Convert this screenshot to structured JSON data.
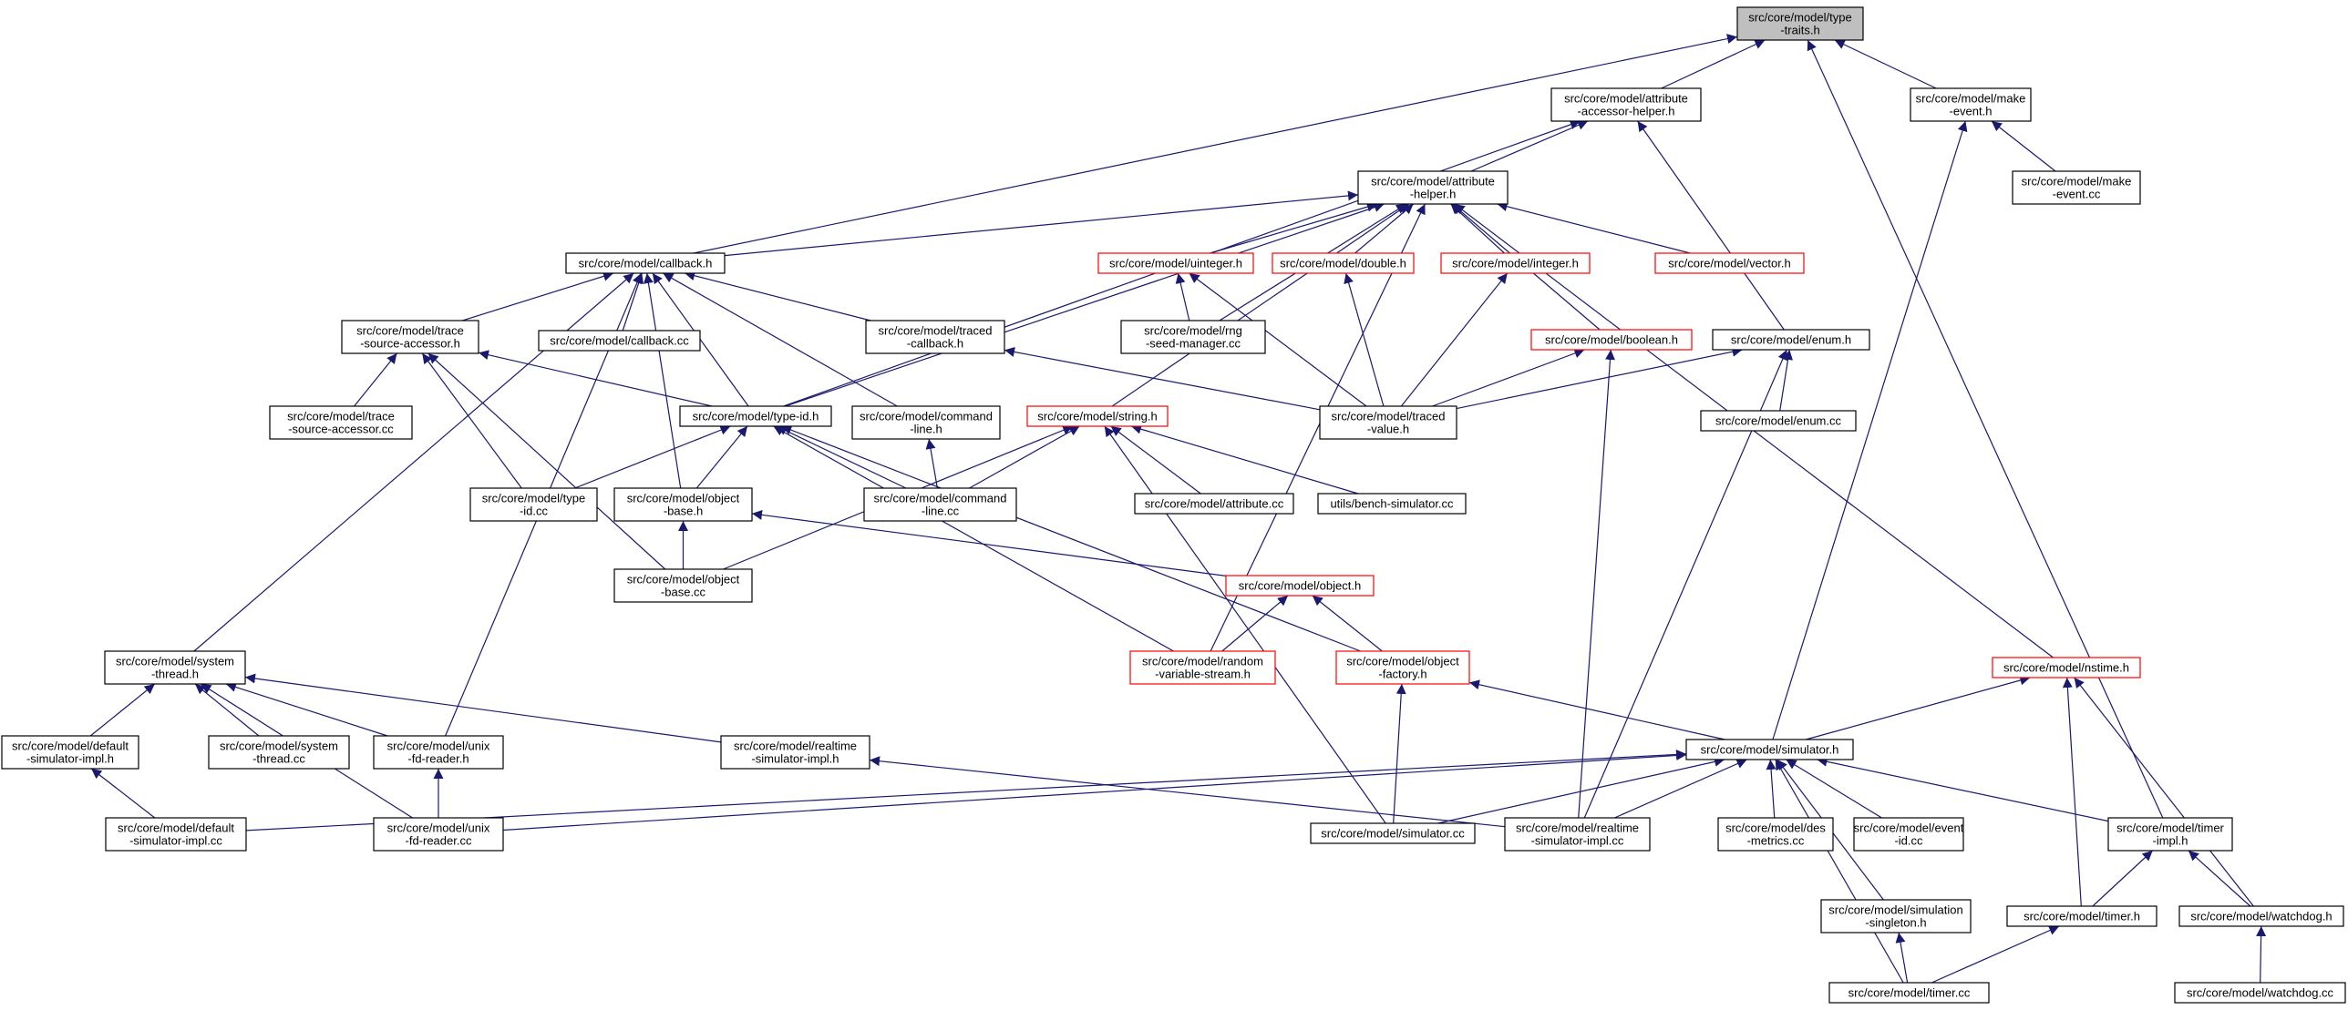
{
  "colors": {
    "edge": "#191970",
    "box_default": "#000000",
    "box_red": "#ff0000",
    "root_fill": "#bfbfbf",
    "background": "#ffffff"
  },
  "nodes": [
    {
      "id": "type_traits",
      "lines": [
        "src/core/model/type",
        "-traits.h"
      ],
      "style": "root"
    },
    {
      "id": "attr_accessor_helper",
      "lines": [
        "src/core/model/attribute",
        "-accessor-helper.h"
      ],
      "style": "default"
    },
    {
      "id": "make_event_h",
      "lines": [
        "src/core/model/make",
        "-event.h"
      ],
      "style": "default"
    },
    {
      "id": "make_event_cc",
      "lines": [
        "src/core/model/make",
        "-event.cc"
      ],
      "style": "default"
    },
    {
      "id": "attribute_helper",
      "lines": [
        "src/core/model/attribute",
        "-helper.h"
      ],
      "style": "default"
    },
    {
      "id": "callback_h",
      "lines": [
        "src/core/model/callback.h"
      ],
      "style": "default"
    },
    {
      "id": "uinteger_h",
      "lines": [
        "src/core/model/uinteger.h"
      ],
      "style": "red"
    },
    {
      "id": "double_h",
      "lines": [
        "src/core/model/double.h"
      ],
      "style": "red"
    },
    {
      "id": "integer_h",
      "lines": [
        "src/core/model/integer.h"
      ],
      "style": "red"
    },
    {
      "id": "vector_h",
      "lines": [
        "src/core/model/vector.h"
      ],
      "style": "red"
    },
    {
      "id": "trace_source_accessor_h",
      "lines": [
        "src/core/model/trace",
        "-source-accessor.h"
      ],
      "style": "default"
    },
    {
      "id": "callback_cc",
      "lines": [
        "src/core/model/callback.cc"
      ],
      "style": "default"
    },
    {
      "id": "traced_callback_h",
      "lines": [
        "src/core/model/traced",
        "-callback.h"
      ],
      "style": "default"
    },
    {
      "id": "rng_seed_manager_cc",
      "lines": [
        "src/core/model/rng",
        "-seed-manager.cc"
      ],
      "style": "default"
    },
    {
      "id": "boolean_h",
      "lines": [
        "src/core/model/boolean.h"
      ],
      "style": "red"
    },
    {
      "id": "enum_h",
      "lines": [
        "src/core/model/enum.h"
      ],
      "style": "default"
    },
    {
      "id": "trace_source_accessor_cc",
      "lines": [
        "src/core/model/trace",
        "-source-accessor.cc"
      ],
      "style": "default"
    },
    {
      "id": "type_id_h",
      "lines": [
        "src/core/model/type-id.h"
      ],
      "style": "default"
    },
    {
      "id": "command_line_h",
      "lines": [
        "src/core/model/command",
        "-line.h"
      ],
      "style": "default"
    },
    {
      "id": "string_h",
      "lines": [
        "src/core/model/string.h"
      ],
      "style": "red"
    },
    {
      "id": "traced_value_h",
      "lines": [
        "src/core/model/traced",
        "-value.h"
      ],
      "style": "default"
    },
    {
      "id": "enum_cc",
      "lines": [
        "src/core/model/enum.cc"
      ],
      "style": "default"
    },
    {
      "id": "type_id_cc",
      "lines": [
        "src/core/model/type",
        "-id.cc"
      ],
      "style": "default"
    },
    {
      "id": "object_base_h",
      "lines": [
        "src/core/model/object",
        "-base.h"
      ],
      "style": "default"
    },
    {
      "id": "command_line_cc",
      "lines": [
        "src/core/model/command",
        "-line.cc"
      ],
      "style": "default"
    },
    {
      "id": "attribute_cc",
      "lines": [
        "src/core/model/attribute.cc"
      ],
      "style": "default"
    },
    {
      "id": "bench_simulator_cc",
      "lines": [
        "utils/bench-simulator.cc"
      ],
      "style": "default"
    },
    {
      "id": "object_h",
      "lines": [
        "src/core/model/object.h"
      ],
      "style": "red"
    },
    {
      "id": "object_base_cc",
      "lines": [
        "src/core/model/object",
        "-base.cc"
      ],
      "style": "default"
    },
    {
      "id": "system_thread_h",
      "lines": [
        "src/core/model/system",
        "-thread.h"
      ],
      "style": "default"
    },
    {
      "id": "random_variable_stream_h",
      "lines": [
        "src/core/model/random",
        "-variable-stream.h"
      ],
      "style": "red"
    },
    {
      "id": "object_factory_h",
      "lines": [
        "src/core/model/object",
        "-factory.h"
      ],
      "style": "red"
    },
    {
      "id": "nstime_h",
      "lines": [
        "src/core/model/nstime.h"
      ],
      "style": "red"
    },
    {
      "id": "default_sim_impl_h",
      "lines": [
        "src/core/model/default",
        "-simulator-impl.h"
      ],
      "style": "default"
    },
    {
      "id": "system_thread_cc",
      "lines": [
        "src/core/model/system",
        "-thread.cc"
      ],
      "style": "default"
    },
    {
      "id": "unix_fd_reader_h",
      "lines": [
        "src/core/model/unix",
        "-fd-reader.h"
      ],
      "style": "default"
    },
    {
      "id": "realtime_sim_impl_h",
      "lines": [
        "src/core/model/realtime",
        "-simulator-impl.h"
      ],
      "style": "default"
    },
    {
      "id": "simulator_h",
      "lines": [
        "src/core/model/simulator.h"
      ],
      "style": "default"
    },
    {
      "id": "default_sim_impl_cc",
      "lines": [
        "src/core/model/default",
        "-simulator-impl.cc"
      ],
      "style": "default"
    },
    {
      "id": "unix_fd_reader_cc",
      "lines": [
        "src/core/model/unix",
        "-fd-reader.cc"
      ],
      "style": "default"
    },
    {
      "id": "simulator_cc",
      "lines": [
        "src/core/model/simulator.cc"
      ],
      "style": "default"
    },
    {
      "id": "realtime_sim_impl_cc",
      "lines": [
        "src/core/model/realtime",
        "-simulator-impl.cc"
      ],
      "style": "default"
    },
    {
      "id": "des_metrics_cc",
      "lines": [
        "src/core/model/des",
        "-metrics.cc"
      ],
      "style": "default"
    },
    {
      "id": "event_id_cc",
      "lines": [
        "src/core/model/event",
        "-id.cc"
      ],
      "style": "default"
    },
    {
      "id": "timer_impl_h",
      "lines": [
        "src/core/model/timer",
        "-impl.h"
      ],
      "style": "default"
    },
    {
      "id": "simulation_singleton_h",
      "lines": [
        "src/core/model/simulation",
        "-singleton.h"
      ],
      "style": "default"
    },
    {
      "id": "timer_h",
      "lines": [
        "src/core/model/timer.h"
      ],
      "style": "default"
    },
    {
      "id": "watchdog_h",
      "lines": [
        "src/core/model/watchdog.h"
      ],
      "style": "default"
    },
    {
      "id": "timer_cc",
      "lines": [
        "src/core/model/timer.cc"
      ],
      "style": "default"
    },
    {
      "id": "watchdog_cc",
      "lines": [
        "src/core/model/watchdog.cc"
      ],
      "style": "default"
    }
  ],
  "edges": [
    [
      "attr_accessor_helper",
      "type_traits"
    ],
    [
      "make_event_h",
      "type_traits"
    ],
    [
      "callback_h",
      "type_traits"
    ],
    [
      "timer_impl_h",
      "type_traits"
    ],
    [
      "make_event_cc",
      "make_event_h"
    ],
    [
      "simulator_h",
      "make_event_h"
    ],
    [
      "attribute_helper",
      "attr_accessor_helper"
    ],
    [
      "type_id_h",
      "attr_accessor_helper"
    ],
    [
      "enum_h",
      "attr_accessor_helper"
    ],
    [
      "callback_h",
      "attribute_helper"
    ],
    [
      "uinteger_h",
      "attribute_helper"
    ],
    [
      "double_h",
      "attribute_helper"
    ],
    [
      "integer_h",
      "attribute_helper"
    ],
    [
      "vector_h",
      "attribute_helper"
    ],
    [
      "type_id_h",
      "attribute_helper"
    ],
    [
      "string_h",
      "attribute_helper"
    ],
    [
      "boolean_h",
      "attribute_helper"
    ],
    [
      "rng_seed_manager_cc",
      "attribute_helper"
    ],
    [
      "random_variable_stream_h",
      "attribute_helper"
    ],
    [
      "nstime_h",
      "attribute_helper"
    ],
    [
      "trace_source_accessor_h",
      "callback_h"
    ],
    [
      "callback_cc",
      "callback_h"
    ],
    [
      "traced_callback_h",
      "callback_h"
    ],
    [
      "type_id_h",
      "callback_h"
    ],
    [
      "command_line_h",
      "callback_h"
    ],
    [
      "object_base_h",
      "callback_h"
    ],
    [
      "system_thread_h",
      "callback_h"
    ],
    [
      "unix_fd_reader_h",
      "callback_h"
    ],
    [
      "rng_seed_manager_cc",
      "uinteger_h"
    ],
    [
      "traced_value_h",
      "uinteger_h"
    ],
    [
      "traced_value_h",
      "double_h"
    ],
    [
      "traced_value_h",
      "integer_h"
    ],
    [
      "trace_source_accessor_cc",
      "trace_source_accessor_h"
    ],
    [
      "type_id_h",
      "trace_source_accessor_h"
    ],
    [
      "type_id_cc",
      "trace_source_accessor_h"
    ],
    [
      "object_base_cc",
      "trace_source_accessor_h"
    ],
    [
      "traced_value_h",
      "traced_callback_h"
    ],
    [
      "traced_value_h",
      "boolean_h"
    ],
    [
      "realtime_sim_impl_cc",
      "boolean_h"
    ],
    [
      "traced_value_h",
      "enum_h"
    ],
    [
      "enum_cc",
      "enum_h"
    ],
    [
      "realtime_sim_impl_cc",
      "enum_h"
    ],
    [
      "type_id_cc",
      "type_id_h"
    ],
    [
      "object_base_h",
      "type_id_h"
    ],
    [
      "command_line_cc",
      "type_id_h"
    ],
    [
      "random_variable_stream_h",
      "type_id_h"
    ],
    [
      "object_factory_h",
      "type_id_h"
    ],
    [
      "command_line_cc",
      "command_line_h"
    ],
    [
      "command_line_cc",
      "string_h"
    ],
    [
      "attribute_cc",
      "string_h"
    ],
    [
      "bench_simulator_cc",
      "string_h"
    ],
    [
      "object_base_cc",
      "string_h"
    ],
    [
      "simulator_cc",
      "string_h"
    ],
    [
      "object_base_cc",
      "object_base_h"
    ],
    [
      "object_h",
      "object_base_h"
    ],
    [
      "random_variable_stream_h",
      "object_h"
    ],
    [
      "object_factory_h",
      "object_h"
    ],
    [
      "simulator_h",
      "object_factory_h"
    ],
    [
      "simulator_cc",
      "object_factory_h"
    ],
    [
      "default_sim_impl_h",
      "system_thread_h"
    ],
    [
      "system_thread_cc",
      "system_thread_h"
    ],
    [
      "unix_fd_reader_h",
      "system_thread_h"
    ],
    [
      "realtime_sim_impl_h",
      "system_thread_h"
    ],
    [
      "unix_fd_reader_cc",
      "system_thread_h"
    ],
    [
      "default_sim_impl_cc",
      "default_sim_impl_h"
    ],
    [
      "unix_fd_reader_cc",
      "unix_fd_reader_h"
    ],
    [
      "realtime_sim_impl_cc",
      "realtime_sim_impl_h"
    ],
    [
      "simulator_h",
      "nstime_h"
    ],
    [
      "timer_h",
      "nstime_h"
    ],
    [
      "watchdog_h",
      "nstime_h"
    ],
    [
      "default_sim_impl_cc",
      "simulator_h"
    ],
    [
      "unix_fd_reader_cc",
      "simulator_h"
    ],
    [
      "simulator_cc",
      "simulator_h"
    ],
    [
      "realtime_sim_impl_cc",
      "simulator_h"
    ],
    [
      "des_metrics_cc",
      "simulator_h"
    ],
    [
      "event_id_cc",
      "simulator_h"
    ],
    [
      "timer_impl_h",
      "simulator_h"
    ],
    [
      "simulation_singleton_h",
      "simulator_h"
    ],
    [
      "timer_cc",
      "simulator_h"
    ],
    [
      "timer_h",
      "timer_impl_h"
    ],
    [
      "watchdog_h",
      "timer_impl_h"
    ],
    [
      "timer_cc",
      "simulation_singleton_h"
    ],
    [
      "timer_cc",
      "timer_h"
    ],
    [
      "watchdog_cc",
      "watchdog_h"
    ]
  ]
}
